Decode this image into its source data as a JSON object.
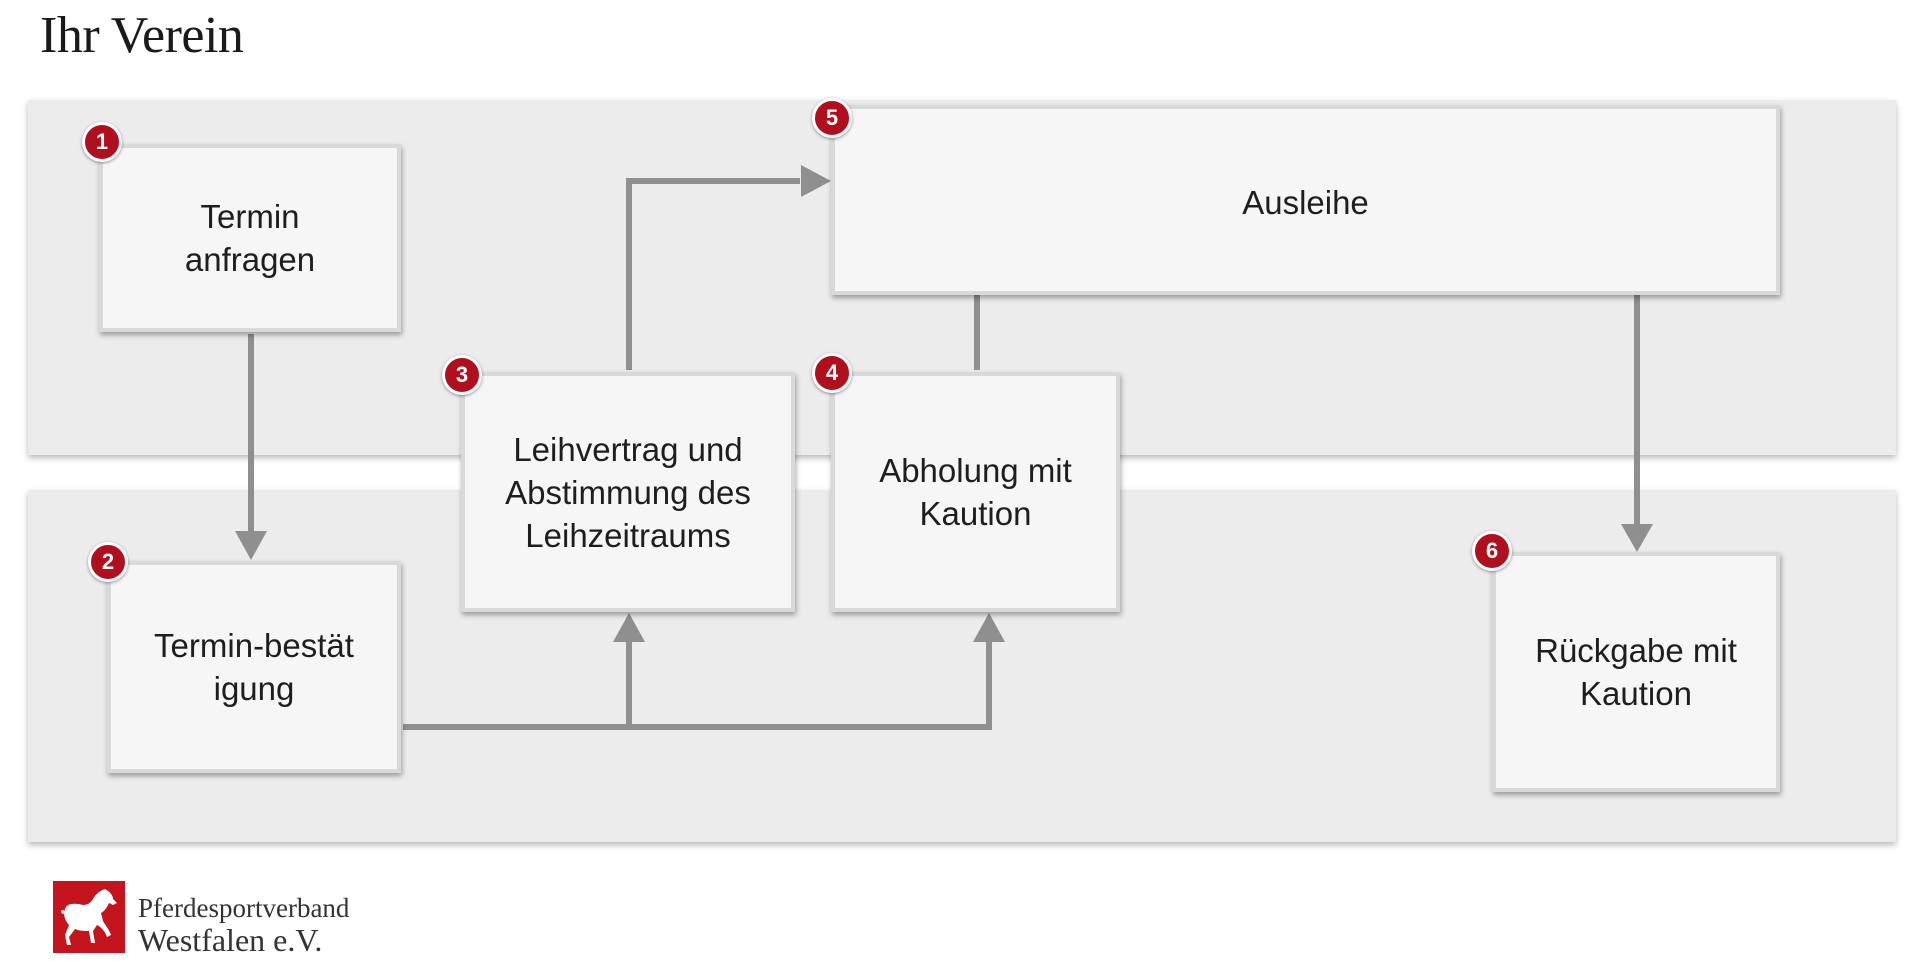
{
  "page": {
    "title": "Ihr Verein"
  },
  "steps": [
    {
      "number": "1",
      "label": "Termin anfragen"
    },
    {
      "number": "2",
      "label": "Termin-bestätigung"
    },
    {
      "number": "3",
      "label": "Leihvertrag und Abstimmung des Leihzeitraums"
    },
    {
      "number": "4",
      "label": "Abholung mit Kaution"
    },
    {
      "number": "5",
      "label": "Ausleihe"
    },
    {
      "number": "6",
      "label": "Rückgabe mit Kaution"
    }
  ],
  "flow": [
    {
      "from": "1",
      "to": "2"
    },
    {
      "from": "2",
      "to": "3"
    },
    {
      "from": "2",
      "to": "4"
    },
    {
      "from": "3",
      "to": "5"
    },
    {
      "from": "4",
      "to": "5"
    },
    {
      "from": "5",
      "to": "6"
    }
  ],
  "logo": {
    "line1": "Pferdesportverband",
    "line2": "Westfalen e.V.",
    "icon": "horse-icon",
    "color": "#c4141d"
  },
  "colors": {
    "badge": "#b0101e",
    "arrow": "#8f8f8f",
    "lane": "#ececec",
    "box": "#f6f6f6"
  }
}
